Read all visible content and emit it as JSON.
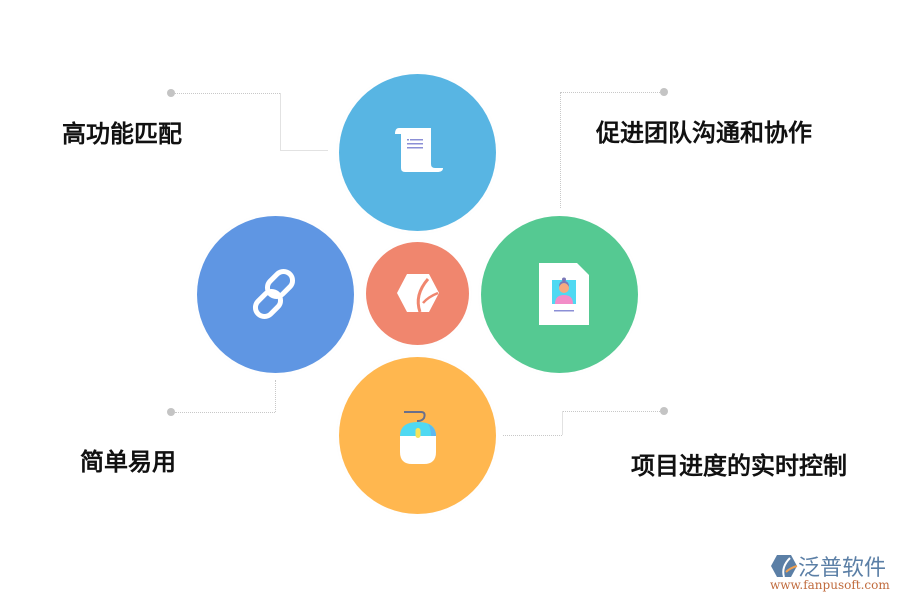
{
  "diagram": {
    "center": {
      "icon": "hexagon-logo-icon",
      "color": "#f0866e"
    },
    "nodes": [
      {
        "id": "top",
        "label": "高功能匹配",
        "icon": "scroll-document-icon",
        "color": "#58b5e3"
      },
      {
        "id": "right",
        "label": "促进团队沟通和协作",
        "icon": "profile-card-icon",
        "color": "#55c992"
      },
      {
        "id": "left",
        "label": "简单易用",
        "icon": "chain-link-icon",
        "color": "#5f96e3"
      },
      {
        "id": "bottom",
        "label": "项目进度的实时控制",
        "icon": "computer-mouse-icon",
        "color": "#ffb74f"
      }
    ]
  },
  "watermark": {
    "name": "泛普软件",
    "url": "www.fanpusoft.com"
  }
}
